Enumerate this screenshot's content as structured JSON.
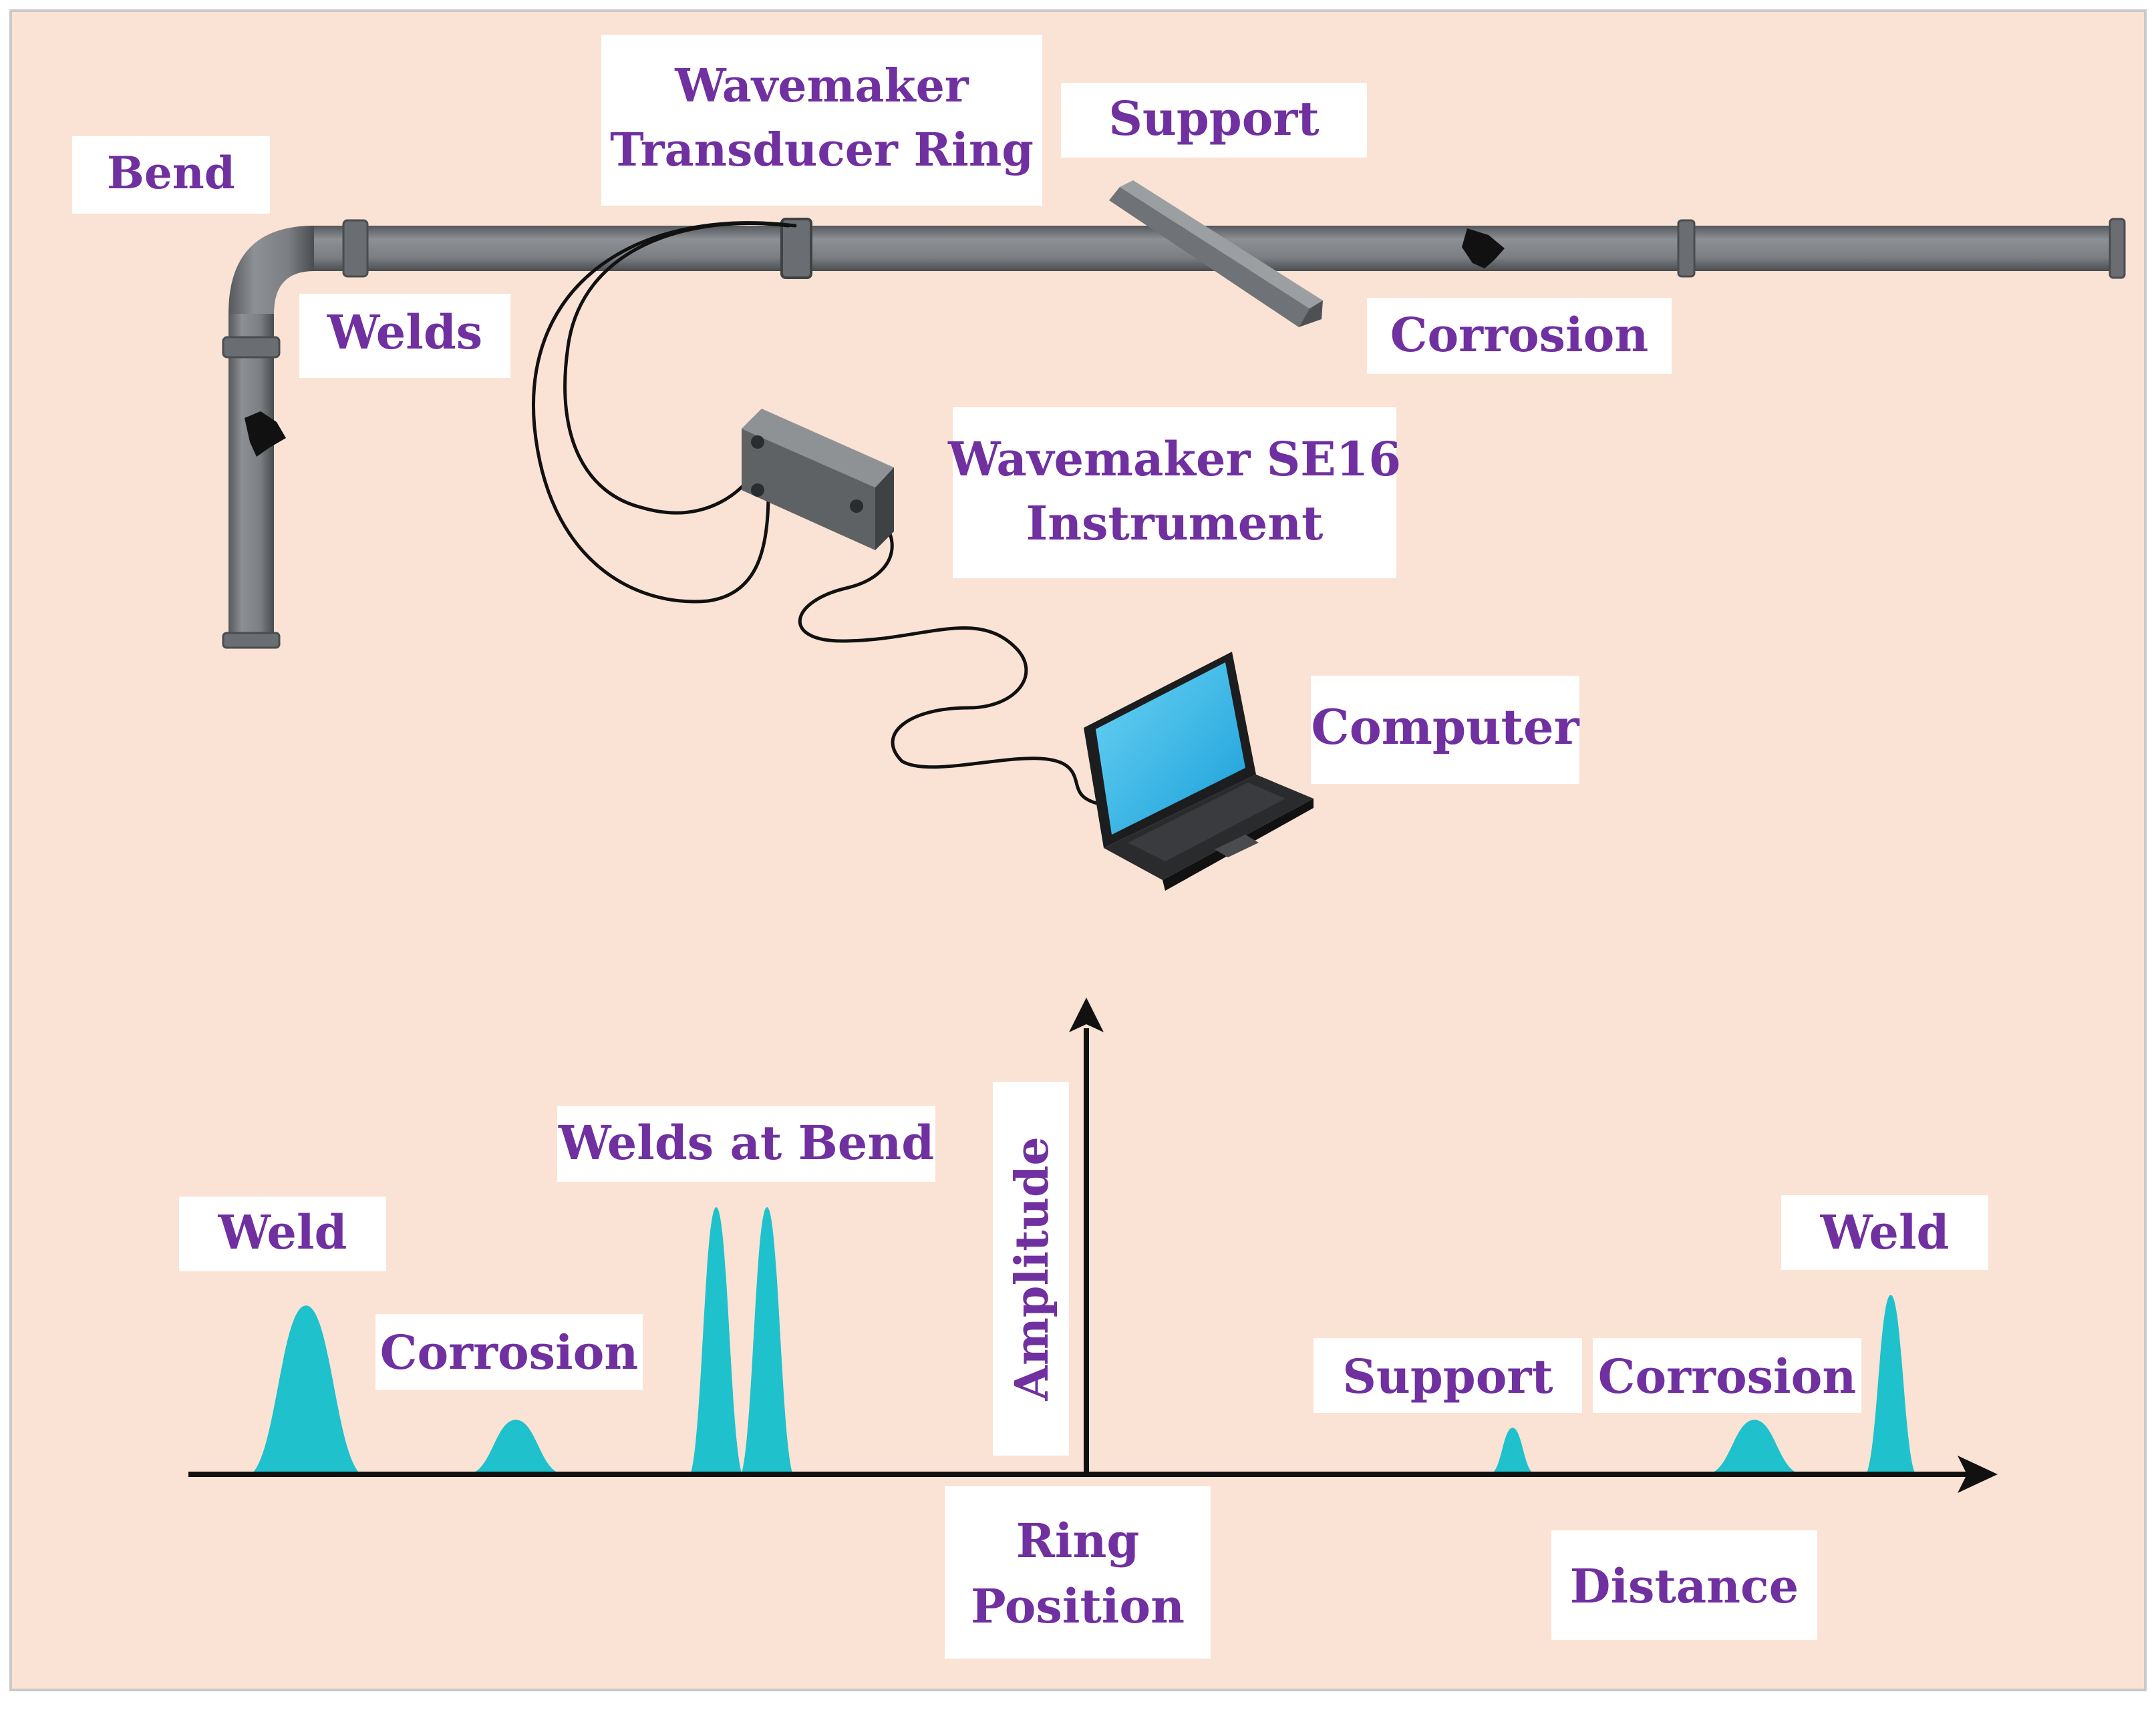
{
  "colors": {
    "background": "#fae3d4",
    "label_text": "#7030a0",
    "pipe": "#7b7e82",
    "peak_fill": "#1fc1cc",
    "axis": "#111111",
    "label_box": "#ffffff"
  },
  "setup": {
    "bend": "Bend",
    "welds": "Welds",
    "transducer_ring_line1": "Wavemaker",
    "transducer_ring_line2": "Transducer Ring",
    "support": "Support",
    "corrosion": "Corrosion",
    "instrument_line1": "Wavemaker SE16",
    "instrument_line2": "Instrument",
    "computer": "Computer"
  },
  "signal": {
    "y_axis_label": "Amplitude",
    "x_axis_label": "Distance",
    "origin_label_line1": "Ring",
    "origin_label_line2": "Position",
    "peaks": [
      {
        "label": "Weld",
        "relative_amplitude": 0.63
      },
      {
        "label": "Corrosion",
        "relative_amplitude": 0.2
      },
      {
        "label": "Welds at Bend",
        "relative_amplitude": 1.0
      },
      {
        "label": "Support",
        "relative_amplitude": 0.17
      },
      {
        "label": "Corrosion",
        "relative_amplitude": 0.2
      },
      {
        "label": "Weld",
        "relative_amplitude": 0.67
      }
    ]
  }
}
